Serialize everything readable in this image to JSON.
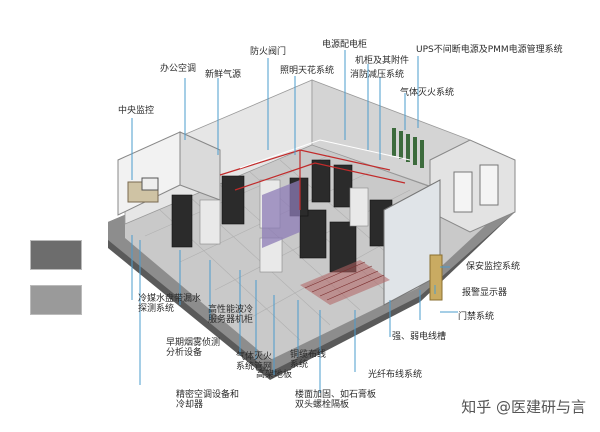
{
  "labels": {
    "ups": "UPS不间断电源及PMM电源管理系统",
    "power_cabinet": "电源配电柜",
    "fire_valve": "防火阀门",
    "lighting": "照明天花系统",
    "office_ac": "办公空调",
    "fresh_air": "新鲜气源",
    "cabinets": "机柜及其附件",
    "pressure_relief": "消防减压系统",
    "gas_fire": "气体灭火系统",
    "central_monitor": "中央监控",
    "security_monitor": "保安监控系统",
    "alarm_display": "报警显示器",
    "access_control": "门禁系统",
    "strong_weak_cable": "强、弱电线槽",
    "fiber_cable": "光纤布线系统",
    "copper_cable": "铜缆布线\n系统",
    "raised_floor": "高架地板",
    "floor_insulation": "楼面加固、如石膏板\n双头螺栓隔板",
    "gas_fire_pipe": "气体灭火\n系统管网",
    "hd_server": "高性能波冷\n服务器机柜",
    "leak_detect": "冷媒水盘带漏水\n探测系统",
    "smoke_detect": "早期烟雾侦测\n分析设备",
    "precision_ac": "精密空调设备和\n冷却器"
  },
  "watermark": "知乎 @医建研与言"
}
